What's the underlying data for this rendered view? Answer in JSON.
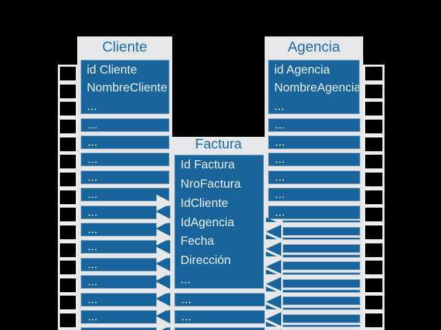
{
  "diagram": {
    "kind": "entity-relationship",
    "background": "#000000"
  },
  "colors": {
    "panel_gray": "#E6E7E9",
    "strip_gray": "#ECEDEF",
    "entity_blue": "#19649B",
    "title_blue": "#1A6CA6",
    "field_text": "#EAF2F8",
    "cell_black": "#000000"
  },
  "tables": [
    {
      "id": "cliente",
      "title": "Cliente",
      "fields": [
        "id Cliente",
        "NombreCliente",
        "..."
      ],
      "row_label": "...",
      "overflow_rows": 13
    },
    {
      "id": "factura",
      "title": "Factura",
      "fields": [
        "Id Factura",
        "NroFactura",
        "IdCliente",
        "IdAgencia",
        "Fecha",
        "Dirección",
        "..."
      ],
      "row_label": "...",
      "overflow_rows": 3
    },
    {
      "id": "agencia",
      "title": "Agencia",
      "fields": [
        "id Agencia",
        "NombreAgencia",
        "..."
      ],
      "row_label": "...",
      "overflow_rows": 6,
      "collapsed_row_pairs": 7
    }
  ],
  "strips": {
    "left_cells": 15,
    "right_cells": 15
  },
  "connectors": {
    "cliente_side_arrowheads": 8,
    "factura_side_arrowheads": 7,
    "arrow_fill": "#19649B",
    "outline_fill": "#E6E7E9"
  }
}
